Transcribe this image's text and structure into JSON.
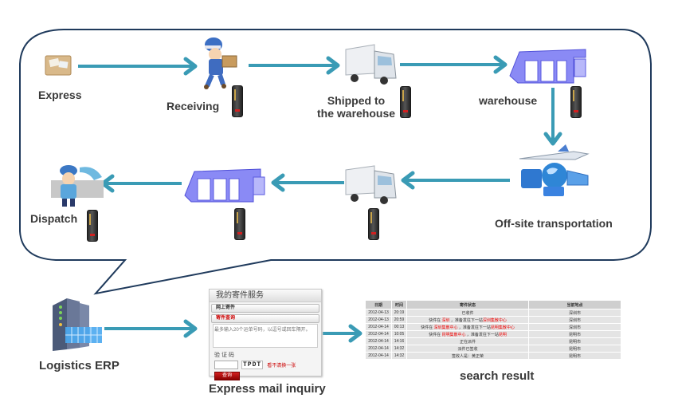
{
  "diagram": {
    "stages": [
      {
        "id": "express",
        "label": "Express",
        "icon": "parcel-icon",
        "has_scanner": false
      },
      {
        "id": "receiving",
        "label": "Receiving",
        "icon": "courier-carrying-box-icon",
        "has_scanner": true
      },
      {
        "id": "shipped",
        "label": "Shipped to\nthe warehouse",
        "label_line1": "Shipped to",
        "label_line2": "the warehouse",
        "icon": "truck-icon",
        "has_scanner": true
      },
      {
        "id": "warehouse",
        "label": "warehouse",
        "icon": "warehouse-icon",
        "has_scanner": true
      },
      {
        "id": "offsite",
        "label": "Off-site transportation",
        "icon": "global-transport-icon",
        "has_scanner": false
      },
      {
        "id": "truck2",
        "label": "",
        "icon": "truck-icon",
        "has_scanner": true
      },
      {
        "id": "warehouse2",
        "label": "",
        "icon": "warehouse-icon",
        "has_scanner": true
      },
      {
        "id": "dispatch",
        "label": "Dispatch",
        "icon": "courier-saluting-icon",
        "has_scanner": true
      }
    ],
    "bottom": {
      "erp": {
        "label": "Logistics ERP",
        "icon": "server-rack-icon"
      },
      "inquiry": {
        "label": "Express mail inquiry"
      },
      "result": {
        "label": "search result"
      }
    },
    "colors": {
      "arrow": "#3a9bb5",
      "bubble_border": "#1f3a5c",
      "warehouse": "#7b7bf0",
      "accent_red": "#cc0000"
    }
  },
  "inquiry_form": {
    "title": "我的寄件服务",
    "bar1": "网上寄件",
    "bar2": "寄件查询",
    "textarea_placeholder": "最多输入20个运单号码，以逗号或回车隔开。",
    "verify_label": "验 证 码",
    "captcha": "TPDT",
    "refresh_link": "看不清换一张",
    "submit_label": "查询"
  },
  "result_table": {
    "headers": [
      "日期",
      "时间",
      "寄件状态",
      "当前地点"
    ],
    "rows": [
      {
        "date": "2012-04-13",
        "time": "20:19",
        "status": [
          {
            "t": "已收件",
            "red": false
          }
        ],
        "location": "深圳市"
      },
      {
        "date": "2012-04-13",
        "time": "20:59",
        "status": [
          {
            "t": "快件在 ",
            "red": false
          },
          {
            "t": "深圳",
            "red": true
          },
          {
            "t": " ，准备发往下一站",
            "red": false
          },
          {
            "t": "深圳集散中心",
            "red": true
          }
        ],
        "location": "深圳市"
      },
      {
        "date": "2012-04-14",
        "time": "00:13",
        "status": [
          {
            "t": "快件在 ",
            "red": false
          },
          {
            "t": "深圳集散中心",
            "red": true
          },
          {
            "t": " ，准备发往下一站",
            "red": false
          },
          {
            "t": "昆明集散中心",
            "red": true
          }
        ],
        "location": "深圳市"
      },
      {
        "date": "2012-04-14",
        "time": "10:05",
        "status": [
          {
            "t": "快件在 ",
            "red": false
          },
          {
            "t": "昆明集散中心",
            "red": true
          },
          {
            "t": " ，准备发往下一站",
            "red": false
          },
          {
            "t": "昆明",
            "red": true
          }
        ],
        "location": "昆明市"
      },
      {
        "date": "2012-04-14",
        "time": "14:16",
        "status": [
          {
            "t": "正在派件",
            "red": false
          }
        ],
        "location": "昆明市"
      },
      {
        "date": "2012-04-14",
        "time": "14:32",
        "status": [
          {
            "t": "派件已签收",
            "red": false
          }
        ],
        "location": "昆明市"
      },
      {
        "date": "2012-04-14",
        "time": "14:32",
        "status": [
          {
            "t": "签收人是：黄正荣",
            "red": false
          }
        ],
        "location": "昆明市"
      }
    ]
  }
}
